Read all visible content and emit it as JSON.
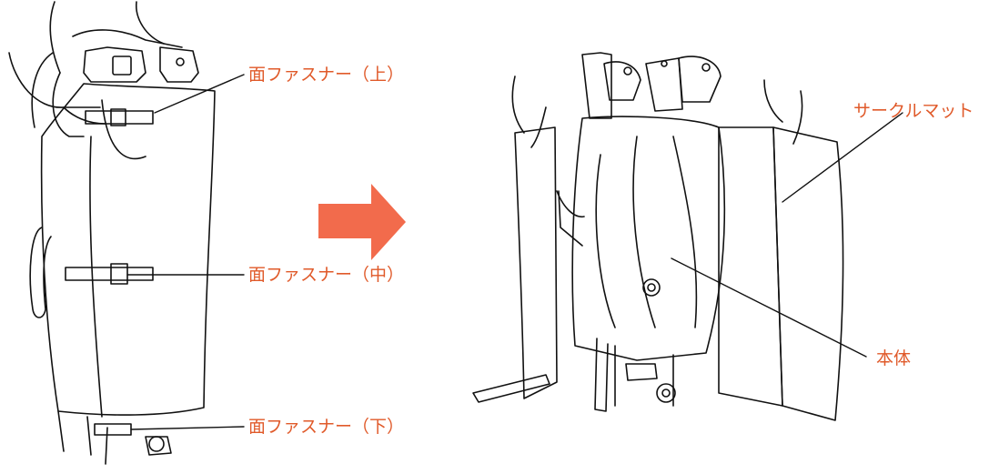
{
  "colors": {
    "label": "#e05a2a",
    "arrow": "#f26b4c",
    "line_art": "#111111"
  },
  "labels": {
    "fastener_top": "面ファスナー（上）",
    "fastener_middle": "面ファスナー（中）",
    "fastener_bottom": "面ファスナー（下）",
    "circle_mat": "サークルマット",
    "main_body": "本体"
  }
}
